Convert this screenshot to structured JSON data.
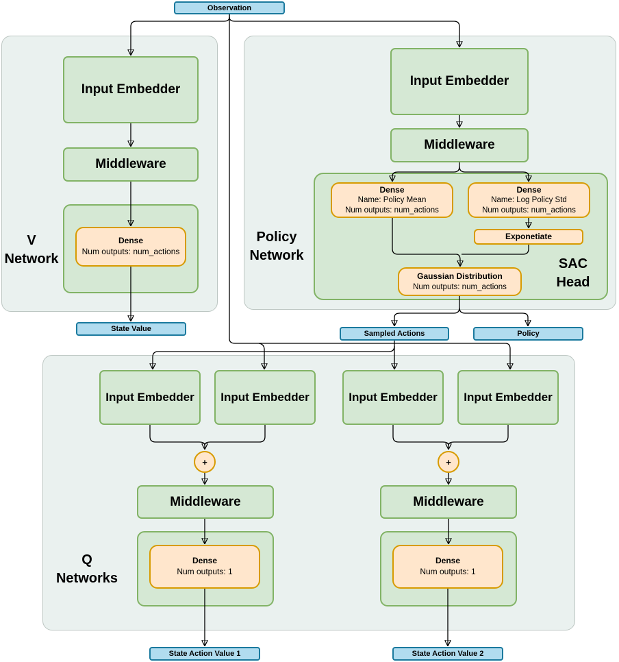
{
  "colors": {
    "blue_fill": "#b1dcef",
    "blue_stroke": "#1b7a9e",
    "green_fill": "#d5e8d4",
    "green_stroke": "#82b366",
    "orange_fill": "#ffe6cc",
    "orange_stroke": "#d79b00",
    "container_fill": "#eaf1ef",
    "container_stroke": "#bcc6c2"
  },
  "nodes": {
    "observation": "Observation",
    "input_embedder": "Input Embedder",
    "middleware": "Middleware",
    "plus": "+",
    "state_value": "State Value",
    "sampled_actions": "Sampled Actions",
    "policy": "Policy",
    "state_action_value_1": "State Action Value 1",
    "state_action_value_2": "State Action Value 2",
    "v_dense": {
      "title": "Dense",
      "line1": "Num outputs: num_actions"
    },
    "policy_mean_dense": {
      "title": "Dense",
      "line1": "Name: Policy Mean",
      "line2": "Num outputs: num_actions"
    },
    "log_policy_std_dense": {
      "title": "Dense",
      "line1": "Name: Log Policy Std",
      "line2": "Num outputs: num_actions"
    },
    "exponetiate": "Exponetiate",
    "gaussian": {
      "title": "Gaussian Distribution",
      "line1": "Num outputs: num_actions"
    },
    "q_dense": {
      "title": "Dense",
      "line1": "Num outputs: 1"
    }
  },
  "labels": {
    "v_network": {
      "line1": "V",
      "line2": "Network"
    },
    "policy_network": {
      "line1": "Policy",
      "line2": "Network"
    },
    "sac_head": {
      "line1": "SAC",
      "line2": "Head"
    },
    "q_networks": {
      "line1": "Q",
      "line2": "Networks"
    }
  }
}
